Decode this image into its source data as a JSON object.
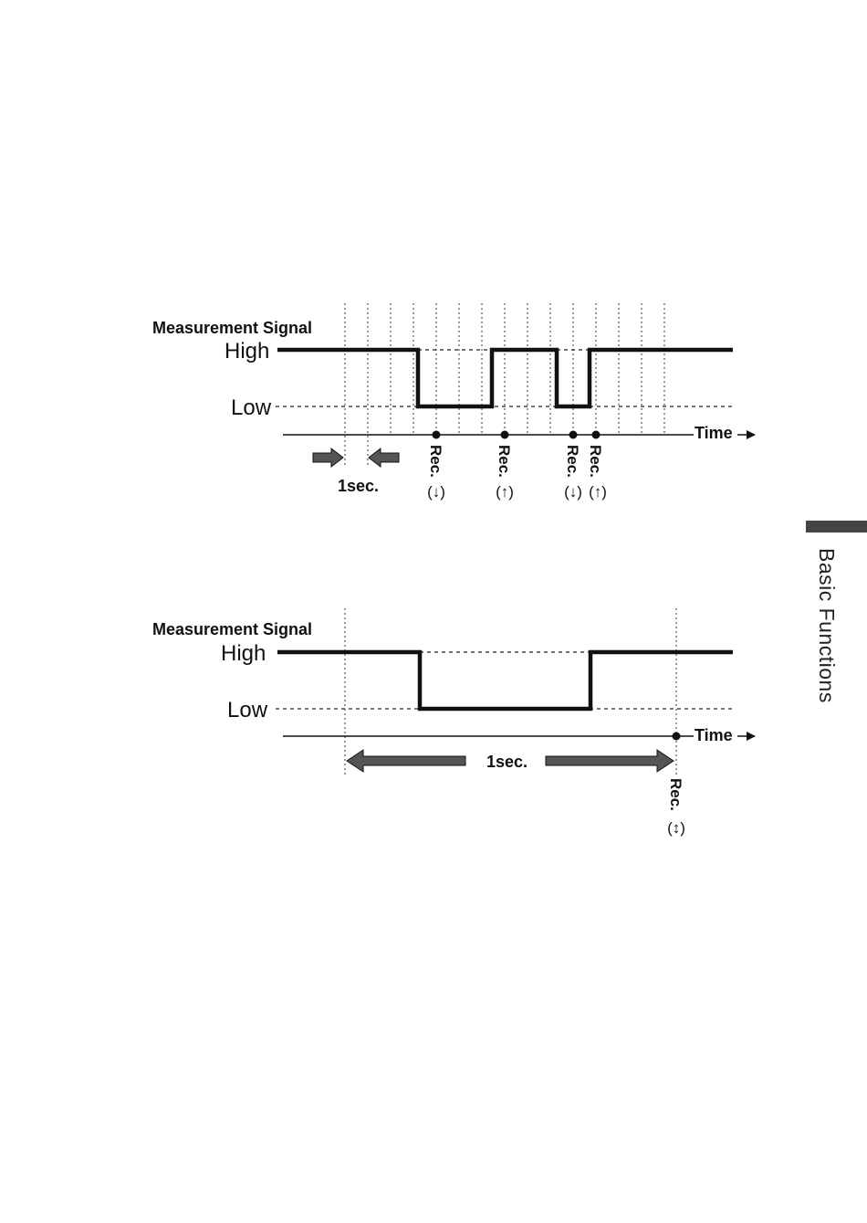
{
  "diagram1": {
    "title": "Measurement Signal",
    "high_label": "High",
    "low_label": "Low",
    "time_label": "Time",
    "interval_label": "1sec.",
    "records": [
      {
        "text": "Rec.",
        "symbol": "(↓)"
      },
      {
        "text": "Rec.",
        "symbol": "(↑)"
      },
      {
        "text": "Rec.",
        "symbol": "(↓)"
      },
      {
        "text": "Rec.",
        "symbol": "(↑)"
      }
    ]
  },
  "diagram2": {
    "title": "Measurement Signal",
    "high_label": "High",
    "low_label": "Low",
    "time_label": "Time",
    "interval_label": "1sec.",
    "records": [
      {
        "text": "Rec.",
        "symbol": "(↕)"
      }
    ]
  },
  "side_tab": {
    "label": "Basic Functions"
  }
}
